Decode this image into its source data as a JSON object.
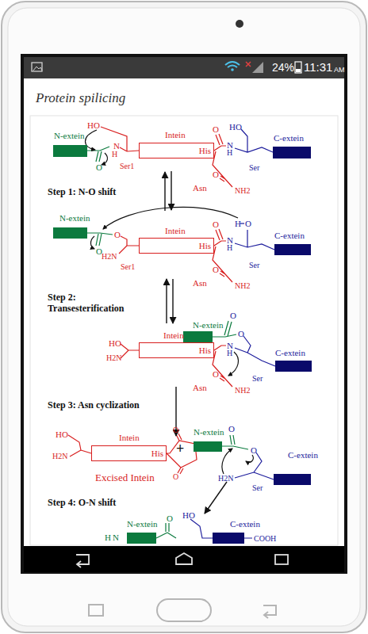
{
  "diagram": {
    "title": "Protein spilicing",
    "nodes": [
      {
        "text": [
          "N-extein"
        ]
      },
      {
        "text": [
          "Intein",
          "His"
        ]
      },
      {
        "text": [
          "C-extein"
        ]
      },
      {
        "text": [
          "N-extein"
        ]
      },
      {
        "text": [
          "Intein",
          "His"
        ]
      },
      {
        "text": [
          "C-extein"
        ]
      },
      {
        "text": [
          "N-extein"
        ]
      },
      {
        "text": [
          "Intein",
          "His"
        ]
      },
      {
        "text": [
          "C-extein"
        ]
      },
      {
        "text": [
          "Intein",
          "His"
        ]
      },
      {
        "text": [
          "N-extein"
        ]
      },
      {
        "text": [
          "C-extein"
        ]
      },
      {
        "text": [
          "N-extein"
        ]
      },
      {
        "text": [
          "C-extein"
        ]
      }
    ],
    "labels": [
      "24%",
      "11:31",
      "AM",
      "HO",
      "O",
      "N",
      "H",
      "Ser1",
      "O",
      "N",
      "H",
      "HO",
      "Ser",
      "O",
      "Asn",
      "NH2",
      "Step 1: N-O shift",
      "O",
      "O",
      "H2N",
      "Ser1",
      "H",
      "O",
      "O",
      "N",
      "H",
      "Ser",
      "O",
      "Asn",
      "NH2",
      "Step 2: Transesterification",
      "O",
      "O",
      "HO",
      "H2N",
      "N",
      "H",
      "Ser",
      "O",
      "Asn",
      "NH2",
      "Step 3: Asn cyclization",
      "HO",
      "H2N",
      "O",
      "O",
      "Excised Intein",
      "+",
      "O",
      "O",
      "H2N",
      "Ser",
      "Step 4: O-N shift",
      "H",
      "N",
      "O",
      "HO",
      "COOH"
    ]
  }
}
